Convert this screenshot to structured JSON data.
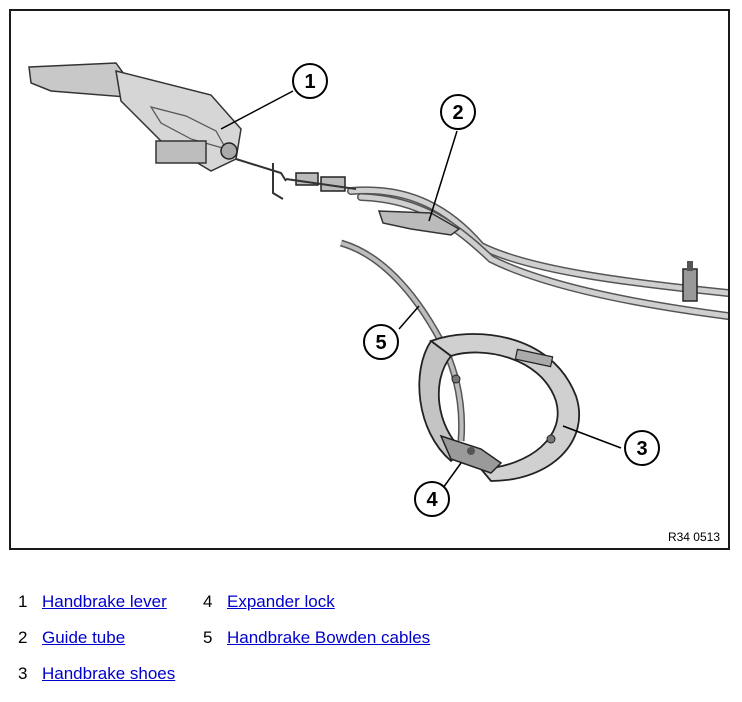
{
  "figure": {
    "reference_code": "R34 0513",
    "callouts": [
      "1",
      "2",
      "3",
      "4",
      "5"
    ]
  },
  "legend": {
    "items": [
      {
        "number": "1",
        "label": "Handbrake lever"
      },
      {
        "number": "2",
        "label": "Guide tube"
      },
      {
        "number": "3",
        "label": "Handbrake shoes"
      },
      {
        "number": "4",
        "label": "Expander lock"
      },
      {
        "number": "5",
        "label": "Handbrake Bowden cables"
      }
    ]
  }
}
